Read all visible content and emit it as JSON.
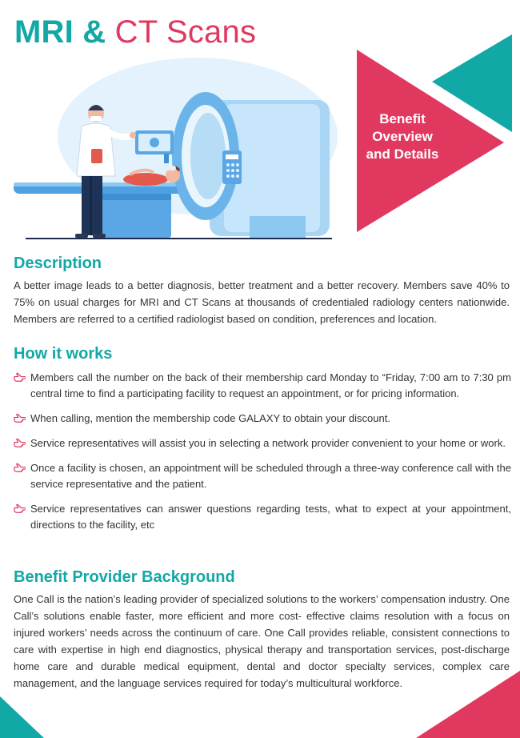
{
  "title": {
    "part1": "MRI &",
    "part2": "CT Scans"
  },
  "benefit_label": {
    "line1": "Benefit",
    "line2": "Overview",
    "line3": "and Details"
  },
  "description": {
    "heading": "Description",
    "text": "A better image leads to a better diagnosis, better treatment and a better recovery. Members save 40% to 75% on usual charges for MRI and CT Scans at thousands of credentialed radiology centers nationwide. Members are referred to a certified radiologist based on condition, preferences and location."
  },
  "how_it_works": {
    "heading": "How it works",
    "items": [
      "Members call the number on the back of their membership card Monday to “Friday, 7:00 am to 7:30 pm central time to find a participating facility to request an appointment, or for pricing information.",
      "When calling, mention the membership code GALAXY to obtain your discount.",
      "Service representatives will assist you in selecting a network provider convenient to your home or work.",
      "Once a facility is chosen, an appointment will be scheduled through a three-way conference call with the service representative and the patient.",
      "Service representatives can answer questions regarding tests, what to expect at your appointment, directions to the facility, etc"
    ]
  },
  "background": {
    "heading": "Benefit Provider Background",
    "text": "One Call is the nation’s leading provider of specialized solutions to the workers’ compensation industry. One Call’s solutions enable faster, more efficient and more cost- effective claims resolution with a focus on injured workers’ needs across the continuum of care. One Call provides reliable, consistent connections to care with expertise in high end diagnostics, physical therapy and transportation services, post-discharge home care and durable medical equipment, dental and doctor specialty services, complex care management, and the language services required for   today’s multicultural workforce."
  },
  "colors": {
    "teal": "#12a8a6",
    "pink": "#e0385f",
    "scanner_blue": "#8cc8f0"
  },
  "icons": {
    "bullet": "pointing-hand-icon"
  }
}
